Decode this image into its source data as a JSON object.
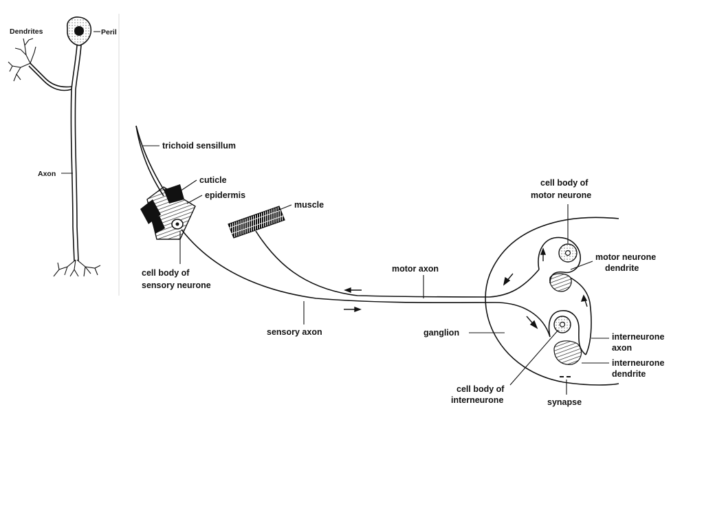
{
  "neuron_diagram": {
    "labels": {
      "dendrites": "Dendrites",
      "perikaryon": "Peril",
      "axon": "Axon"
    }
  },
  "reflex_diagram": {
    "labels": {
      "trichoid_sensillum": "trichoid sensillum",
      "cuticle": "cuticle",
      "epidermis": "epidermis",
      "muscle": "muscle",
      "sensory_cell_body_line1": "cell body of",
      "sensory_cell_body_line2": "sensory neurone",
      "motor_axon": "motor axon",
      "sensory_axon": "sensory axon",
      "ganglion": "ganglion",
      "motor_cell_body_line1": "cell body of",
      "motor_cell_body_line2": "motor neurone",
      "motor_dendrite_line1": "motor neurone",
      "motor_dendrite_line2": "dendrite",
      "inter_axon_line1": "interneurone",
      "inter_axon_line2": "axon",
      "inter_dendrite_line1": "interneurone",
      "inter_dendrite_line2": "dendrite",
      "inter_cell_body_line1": "cell body of",
      "inter_cell_body_line2": "interneurone",
      "synapse": "synapse"
    }
  }
}
